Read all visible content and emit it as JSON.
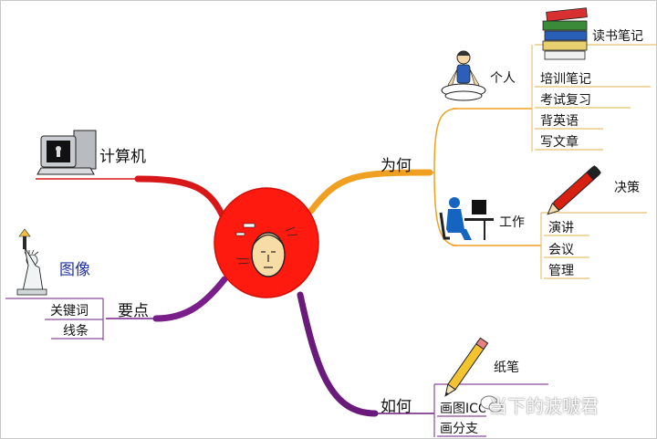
{
  "center": {
    "icon": "thinking-head-icon",
    "fill": "#ff1a10"
  },
  "branches": {
    "why": {
      "label": "为何",
      "color": "#f0a020",
      "personal": {
        "label": "个人",
        "icon": "meditating-person-icon",
        "items": [
          "培训笔记",
          "考试复习",
          "背英语",
          "写文章"
        ],
        "reading": {
          "label": "读书笔记",
          "icon": "book-stack-icon"
        }
      },
      "work": {
        "label": "工作",
        "icon": "office-worker-icon",
        "decision": {
          "label": "决策",
          "icon": "pen-icon"
        },
        "items": [
          "演讲",
          "会议",
          "管理"
        ]
      }
    },
    "computer": {
      "label": "计算机",
      "color": "#d81818",
      "icon": "computer-icon"
    },
    "keypoints": {
      "label": "要点",
      "color": "#7a1f8a",
      "image": {
        "label": "图像",
        "icon": "statue-of-liberty-icon"
      },
      "items": [
        "关键词",
        "线条"
      ]
    },
    "how": {
      "label": "如何",
      "color": "#6a1a7a",
      "pen": {
        "label": "纸笔",
        "icon": "pencil-icon"
      },
      "items": [
        "画图ICON",
        "画分支"
      ]
    }
  },
  "watermark": {
    "text": "当下的波啵君",
    "icon": "wechat-icon"
  }
}
